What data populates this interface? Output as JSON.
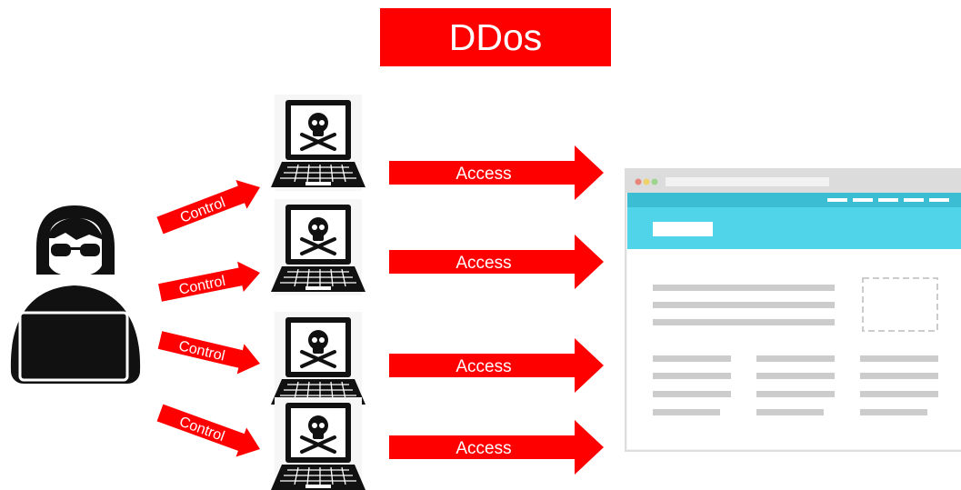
{
  "title": "DDos",
  "colors": {
    "accent": "#ff0000",
    "dark": "#111111",
    "browser_header": "#4fd4ea",
    "browser_line": "#cccccc"
  },
  "attacker": {
    "icon": "hooded-hacker-icon"
  },
  "bots": [
    {
      "icon": "infected-laptop-icon",
      "control_label": "Control",
      "access_label": "Access"
    },
    {
      "icon": "infected-laptop-icon",
      "control_label": "Control",
      "access_label": "Access"
    },
    {
      "icon": "infected-laptop-icon",
      "control_label": "Control",
      "access_label": "Access"
    },
    {
      "icon": "infected-laptop-icon",
      "control_label": "Control",
      "access_label": "Access"
    }
  ],
  "target": {
    "icon": "browser-window-icon"
  }
}
